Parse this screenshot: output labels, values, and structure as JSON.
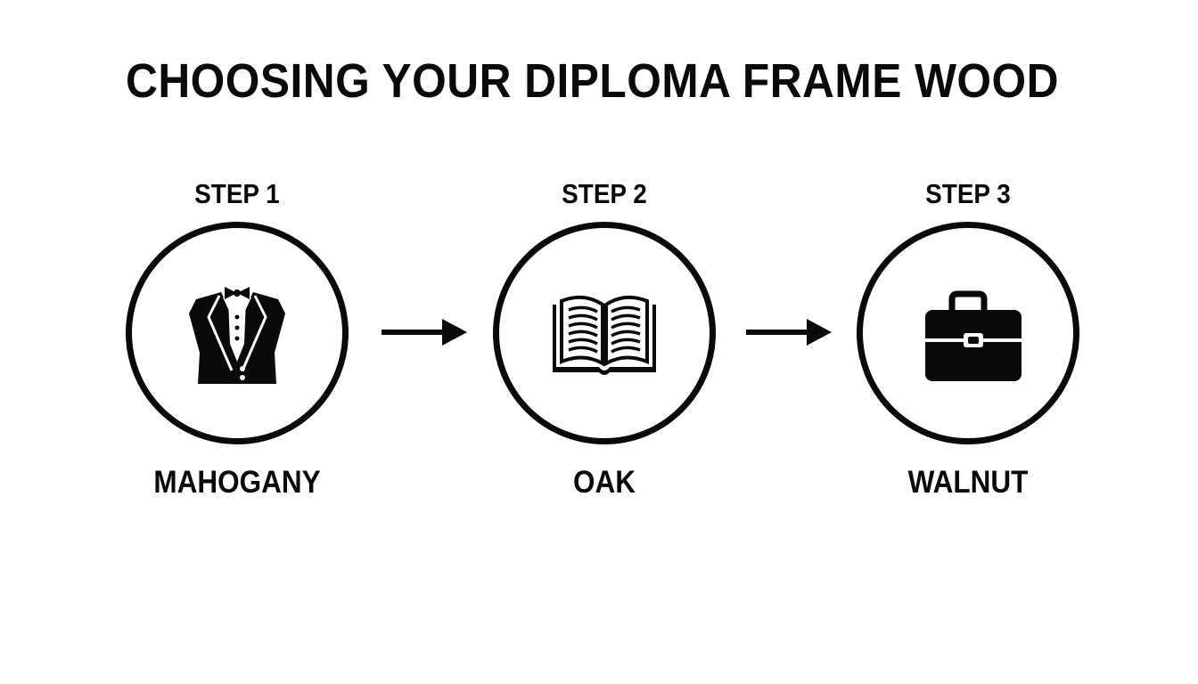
{
  "title": "CHOOSING YOUR DIPLOMA FRAME WOOD",
  "steps": [
    {
      "label": "STEP 1",
      "wood": "MAHOGANY",
      "icon": "tuxedo-icon"
    },
    {
      "label": "STEP 2",
      "wood": "OAK",
      "icon": "open-book-icon"
    },
    {
      "label": "STEP 3",
      "wood": "WALNUT",
      "icon": "briefcase-icon"
    }
  ],
  "colors": {
    "ink": "#0a0a0a",
    "background": "#ffffff"
  }
}
